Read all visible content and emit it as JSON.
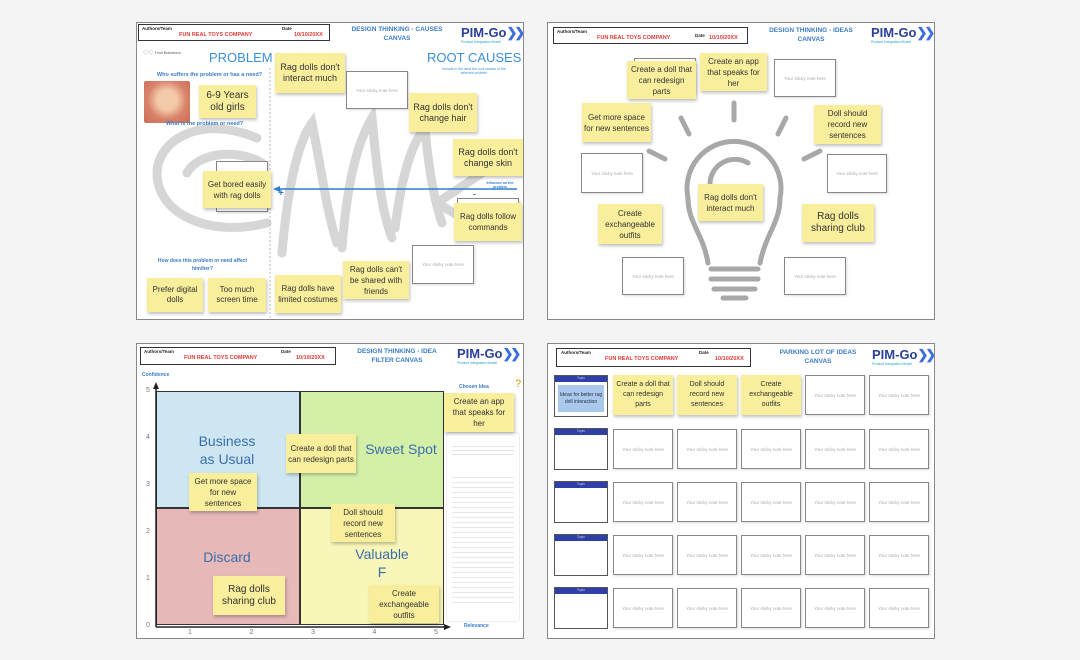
{
  "common": {
    "authors_label": "Authors/Team",
    "date_label": "Date",
    "company": "FUN REAL TOYS COMPANY",
    "date": "10/10/20XX",
    "logo": "PIM-Go",
    "logo_tagline": "Product Integration Model",
    "placeholder_note": "Your sticky note here"
  },
  "causes": {
    "title_1": "DESIGN THINKING - CAUSES",
    "title_2": "CANVAS",
    "legend": "Fund Brainstorm",
    "problem": "PROBLEM",
    "root_causes": "ROOT CAUSES",
    "root_hint": "Include in the area the root causes of the selected problem",
    "q_who": "Who suffers the problem or has a need?",
    "q_what": "What is the problem or need?",
    "q_how": "How does this problem or need affect him/her?",
    "influence": "Influence on the problem",
    "plus": "+",
    "minus": "-",
    "notes": {
      "who": "6-9 Years old girls",
      "problem": "Get bored easily with rag dolls",
      "c1": "Rag dolls don't interact much",
      "c2": "Rag dolls don't change hair",
      "c3": "Rag dolls don't change skin",
      "c4": "Rag dolls follow commands",
      "c5": "Rag dolls can't be shared with friends",
      "c6": "Rag dolls have limited costumes",
      "e1": "Prefer digital dolls",
      "e2": "Too much screen time"
    }
  },
  "ideas": {
    "title_1": "DESIGN THINKING - IDEAS",
    "title_2": "CANVAS",
    "notes": {
      "n1": "Create a doll that can redesign parts",
      "n2": "Create an app that speaks for her",
      "n3": "Get more space for new sentences",
      "n4": "Doll should record new sentences",
      "n5": "Rag dolls don't interact much",
      "n6": "Create exchangeable outfits",
      "n7": "Rag dolls sharing club"
    }
  },
  "filter": {
    "title_1": "DESIGN THINKING - IDEA",
    "title_2": "FILTER CANVAS",
    "y_label": "Confidence",
    "x_label": "Relevance",
    "chosen": "Chosen Idea",
    "y_ticks": [
      "5",
      "4",
      "3",
      "2",
      "1",
      "0"
    ],
    "x_ticks": [
      "1",
      "2",
      "3",
      "4",
      "5"
    ],
    "quadrants": {
      "bau_1": "Business",
      "bau_2": "as Usual",
      "sweet": "Sweet Spot",
      "discard": "Discard",
      "valuable_1": "Valuable",
      "valuable_2": "F"
    },
    "quad_colors": {
      "bau": "#cde6f2",
      "sweet": "#d4f0a8",
      "discard": "#e6b8b8",
      "valuable": "#f8f6b8"
    },
    "notes": {
      "chosen": "Create an app that speaks for her",
      "n1": "Create a doll that can redesign parts",
      "n2": "Get more space for new sentences",
      "n3": "Doll should record new sentences",
      "n4": "Rag dolls sharing club",
      "n5": "Create exchangeable outfits"
    }
  },
  "parking": {
    "title_1": "PARKING LOT OF IDEAS",
    "title_2": "CANVAS",
    "topic_label": "Topic",
    "rows": [
      {
        "topic": "Ideas for better rag doll interaction",
        "cells": [
          "Create a doll that can redesign parts",
          "Doll should record new sentences",
          "Create exchangeable outfits",
          "",
          ""
        ]
      },
      {
        "topic": "",
        "cells": [
          "",
          "",
          "",
          "",
          ""
        ]
      },
      {
        "topic": "",
        "cells": [
          "",
          "",
          "",
          "",
          ""
        ]
      },
      {
        "topic": "",
        "cells": [
          "",
          "",
          "",
          "",
          ""
        ]
      },
      {
        "topic": "",
        "cells": [
          "",
          "",
          "",
          "",
          ""
        ]
      }
    ]
  }
}
